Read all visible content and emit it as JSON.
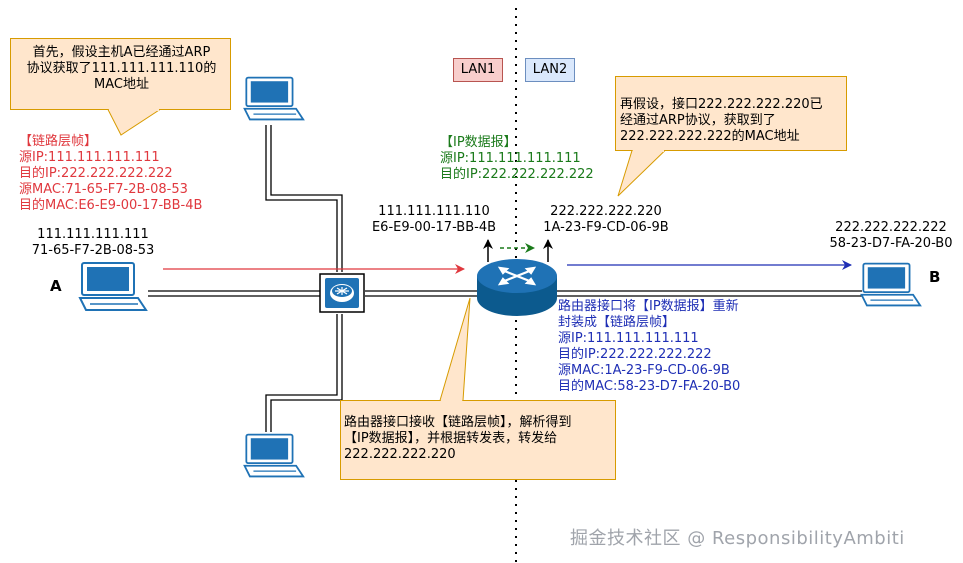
{
  "callouts": {
    "arp_a": {
      "lines": [
        "首先，假设主机A已经通过ARP",
        "协议获取了111.111.111.110的",
        "MAC地址"
      ]
    },
    "arp_router": {
      "lines": [
        "再假设，接口222.222.222.220已",
        "经通过ARP协议，获取到了",
        "222.222.222.222的MAC地址"
      ]
    },
    "router_recv": {
      "lines": [
        "路由器接口接收【链路层帧】，解析得到",
        "【IP数据报】，并根据转发表，转发给",
        "222.222.222.220"
      ]
    }
  },
  "lan_labels": {
    "lan1": "LAN1",
    "lan2": "LAN2"
  },
  "frame_left": {
    "title": "【链路层帧】",
    "src_ip": "源IP:111.111.111.111",
    "dst_ip": "目的IP:222.222.222.222",
    "src_mac": "源MAC:71-65-F7-2B-08-53",
    "dst_mac": "目的MAC:E6-E9-00-17-BB-4B"
  },
  "ip_datagram": {
    "title": "【IP数据报】",
    "src_ip": "源IP:111.111.111.111",
    "dst_ip": "目的IP:222.222.222.222"
  },
  "frame_right": {
    "line1": "路由器接口将【IP数据报】重新",
    "line2": "封装成【链路层帧】",
    "src_ip": "源IP:111.111.111.111",
    "dst_ip": "目的IP:222.222.222.222",
    "src_mac": "源MAC:1A-23-F9-CD-06-9B",
    "dst_mac": "目的MAC:58-23-D7-FA-20-B0"
  },
  "hosts": {
    "a": {
      "letter": "A",
      "ip": "111.111.111.111",
      "mac": "71-65-F7-2B-08-53"
    },
    "b": {
      "letter": "B",
      "ip": "222.222.222.222",
      "mac": "58-23-D7-FA-20-B0"
    }
  },
  "router_ports": {
    "lan1": {
      "ip": "111.111.111.110",
      "mac": "E6-E9-00-17-BB-4B"
    },
    "lan2": {
      "ip": "222.222.222.220",
      "mac": "1A-23-F9-CD-06-9B"
    }
  },
  "watermark": "掘金技术社区 @ ResponsibilityAmbiti",
  "colors": {
    "callout_fill": "#ffe6cc",
    "callout_border": "#d79b00",
    "lan1_fill": "#f8cecc",
    "lan2_fill": "#dae8fc",
    "red_text": "#e0383e",
    "green_text": "#1a7a1a",
    "blue_text": "#1f2fb5",
    "device_blue": "#1f72b5"
  },
  "icons": [
    "computer-icon",
    "switch-icon",
    "router-icon"
  ]
}
